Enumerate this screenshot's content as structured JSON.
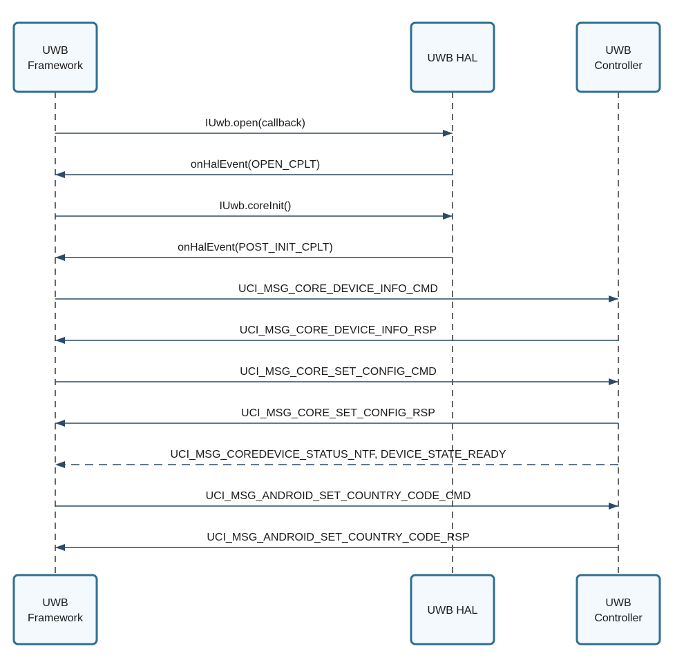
{
  "colors": {
    "box_fill": "#f3f9fd",
    "box_stroke": "#2f6f91",
    "arrow": "#2d4a66",
    "lifeline": "#333333"
  },
  "participants": [
    {
      "id": "framework",
      "lines": [
        "UWB",
        "Framework"
      ]
    },
    {
      "id": "hal",
      "lines": [
        "UWB HAL"
      ]
    },
    {
      "id": "controller",
      "lines": [
        "UWB",
        "Controller"
      ]
    }
  ],
  "messages": [
    {
      "label": "IUwb.open(callback)",
      "from": "framework",
      "to": "hal",
      "style": "solid"
    },
    {
      "label": "onHalEvent(OPEN_CPLT)",
      "from": "hal",
      "to": "framework",
      "style": "solid"
    },
    {
      "label": "IUwb.coreInit()",
      "from": "framework",
      "to": "hal",
      "style": "solid"
    },
    {
      "label": "onHalEvent(POST_INIT_CPLT)",
      "from": "hal",
      "to": "framework",
      "style": "solid"
    },
    {
      "label": "UCI_MSG_CORE_DEVICE_INFO_CMD",
      "from": "framework",
      "to": "controller",
      "style": "solid"
    },
    {
      "label": "UCI_MSG_CORE_DEVICE_INFO_RSP",
      "from": "controller",
      "to": "framework",
      "style": "solid"
    },
    {
      "label": "UCI_MSG_CORE_SET_CONFIG_CMD",
      "from": "framework",
      "to": "controller",
      "style": "solid"
    },
    {
      "label": "UCI_MSG_CORE_SET_CONFIG_RSP",
      "from": "controller",
      "to": "framework",
      "style": "solid"
    },
    {
      "label": "UCI_MSG_COREDEVICE_STATUS_NTF, DEVICE_STATE_READY",
      "from": "controller",
      "to": "framework",
      "style": "dashed"
    },
    {
      "label": "UCI_MSG_ANDROID_SET_COUNTRY_CODE_CMD",
      "from": "framework",
      "to": "controller",
      "style": "solid"
    },
    {
      "label": "UCI_MSG_ANDROID_SET_COUNTRY_CODE_RSP",
      "from": "controller",
      "to": "framework",
      "style": "solid"
    }
  ]
}
